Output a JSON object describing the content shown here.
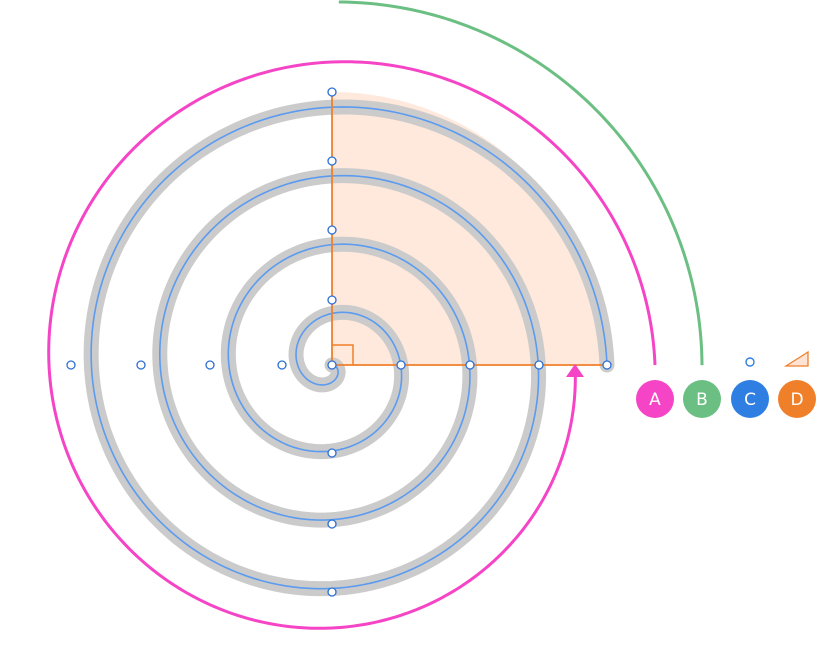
{
  "colors": {
    "track": "#cbcbcb",
    "spiral": "#5b9bf0",
    "handle_stroke": "#2d6fd6",
    "handle_fill": "#ffffff",
    "sector_fill": "#ffe4d6",
    "orange": "#f07f2a",
    "arc_a": "#f545c6",
    "arc_b": "#6bbf82",
    "badge_a": "#f545c6",
    "badge_b": "#6bbf82",
    "badge_c": "#2f7fe3",
    "badge_d": "#f07f2a"
  },
  "badges": [
    {
      "id": "a",
      "label": "A"
    },
    {
      "id": "b",
      "label": "B"
    },
    {
      "id": "c",
      "label": "C"
    },
    {
      "id": "d",
      "label": "D"
    }
  ]
}
